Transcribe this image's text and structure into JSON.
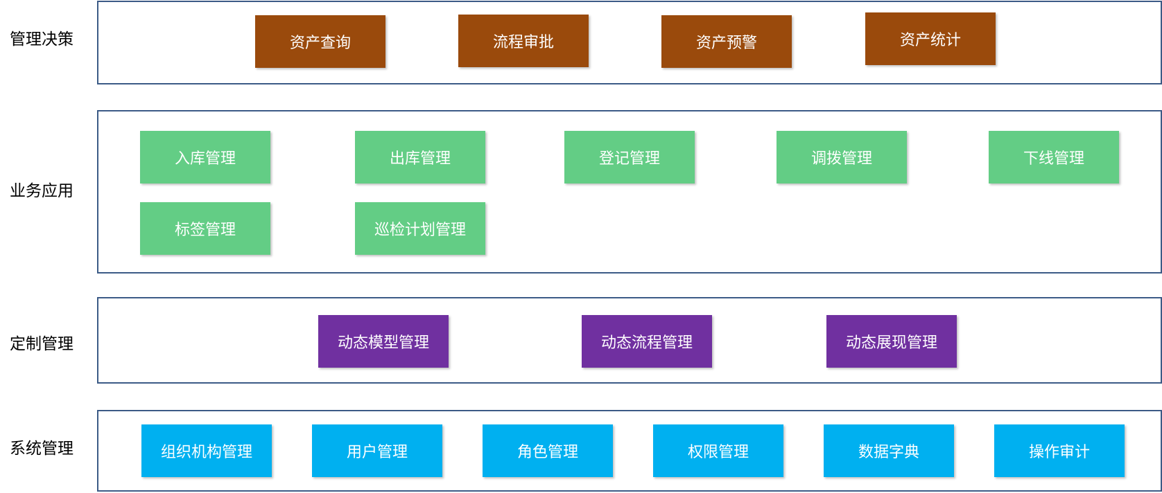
{
  "layers": {
    "decision": {
      "label": "管理决策",
      "color": "#9A4A0C",
      "modules": [
        "资产查询",
        "流程审批",
        "资产预警",
        "资产统计"
      ]
    },
    "business": {
      "label": "业务应用",
      "color": "#63CD85",
      "modules": [
        "入库管理",
        "出库管理",
        "登记管理",
        "调拨管理",
        "下线管理",
        "标签管理",
        "巡检计划管理"
      ]
    },
    "custom": {
      "label": "定制管理",
      "color": "#7030A0",
      "modules": [
        "动态模型管理",
        "动态流程管理",
        "动态展现管理"
      ]
    },
    "system": {
      "label": "系统管理",
      "color": "#00B0F0",
      "modules": [
        "组织机构管理",
        "用户管理",
        "角色管理",
        "权限管理",
        "数据字典",
        "操作审计"
      ]
    }
  },
  "frame_color": "#3B5A86"
}
